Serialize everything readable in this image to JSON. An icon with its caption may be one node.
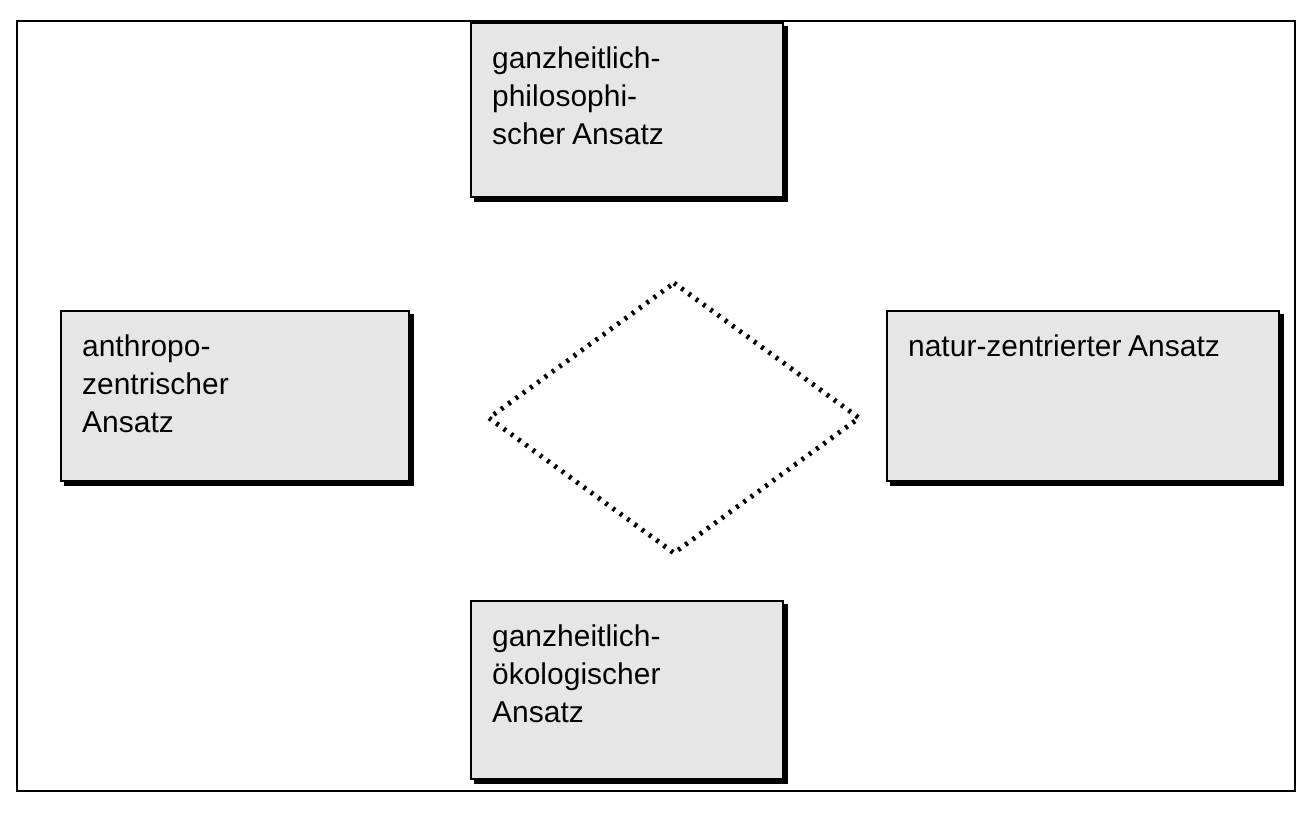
{
  "diagram": {
    "nodes": [
      {
        "text": [
          "ganzheitlich- philosophi- scher Ansatz"
        ]
      },
      {
        "text": [
          "anthropo- zentrischer Ansatz"
        ]
      },
      {
        "text": [],
        "shape": "diamond"
      },
      {
        "text": [
          "natur-zentrierter Ansatz"
        ]
      },
      {
        "text": [
          "ganzheitlich- ökologischer Ansatz"
        ]
      }
    ]
  }
}
